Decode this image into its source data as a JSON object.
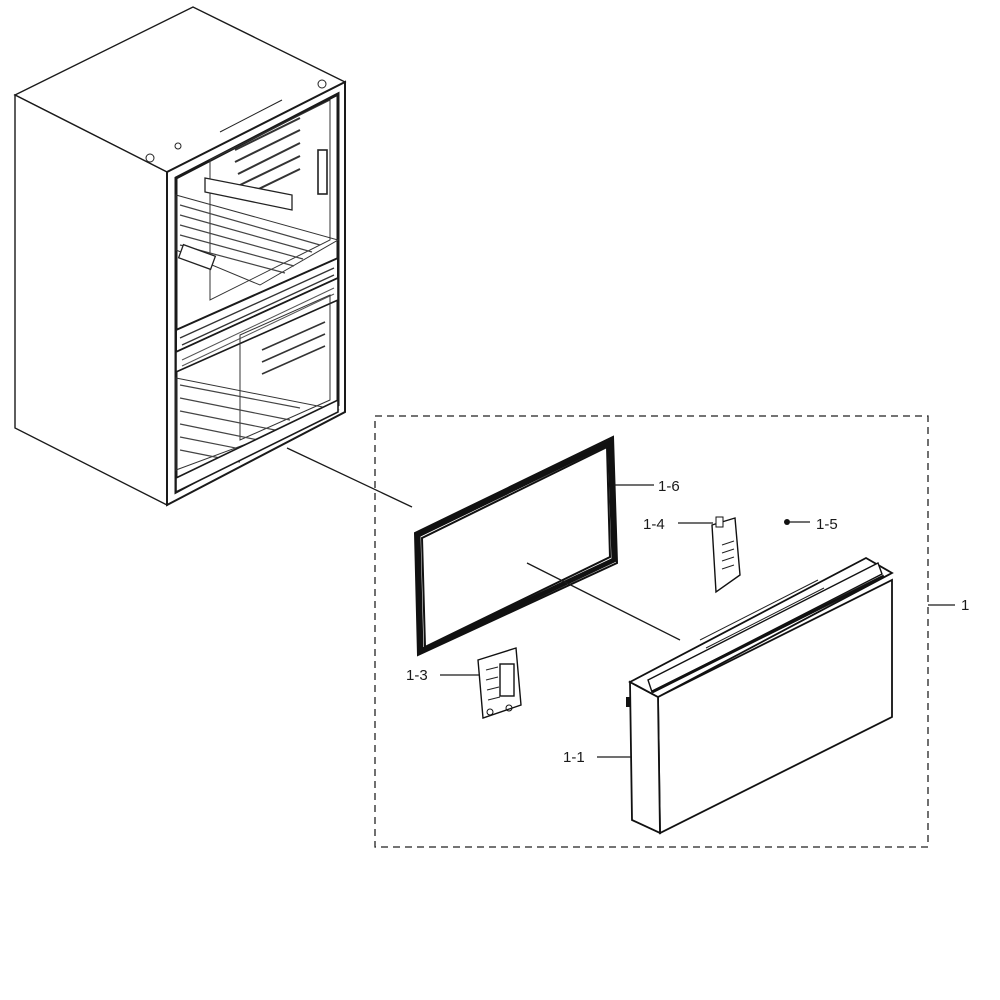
{
  "callouts": {
    "assembly": "1",
    "door": "1-1",
    "hinge_left": "1-3",
    "hinge_right": "1-4",
    "screw": "1-5",
    "gasket": "1-6"
  }
}
